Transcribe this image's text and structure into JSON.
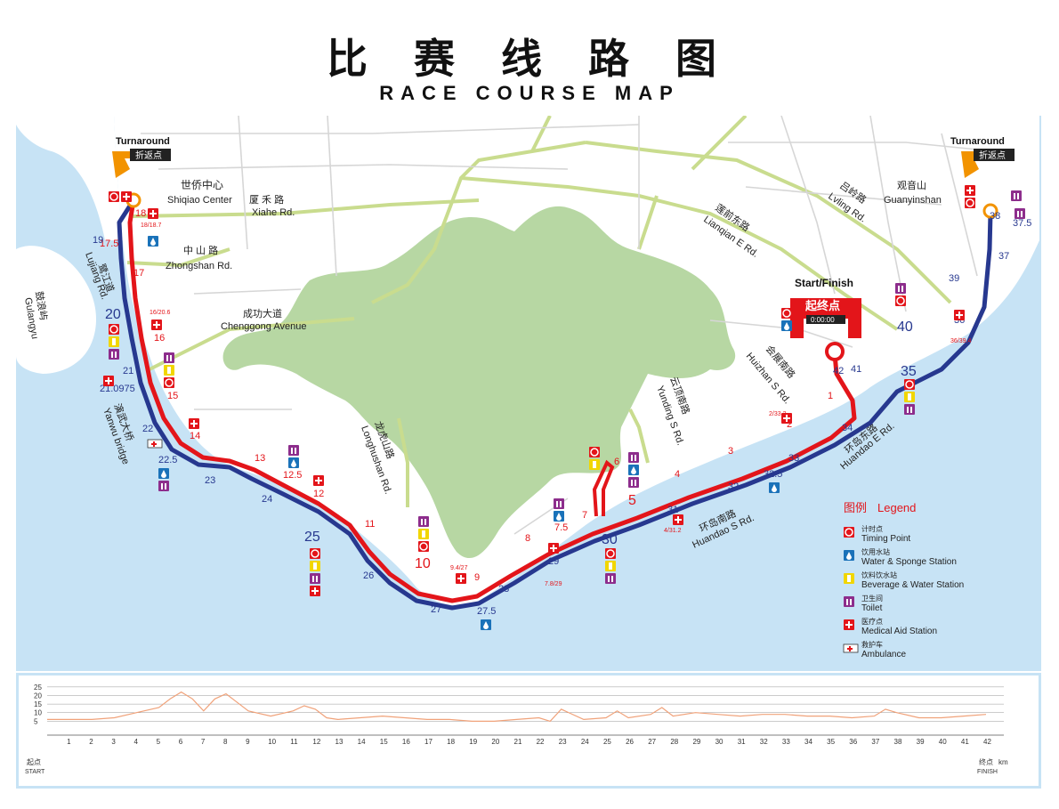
{
  "header": {
    "title_cn": "比 赛 线 路 图",
    "title_en": "RACE COURSE MAP"
  },
  "colors": {
    "sea": "#c7e3f5",
    "land": "#ffffff",
    "park": "#b7d7a3",
    "road_green": "#c9dc8e",
    "road_gray": "#d6d6d6",
    "route_red": "#e3151a",
    "route_blue": "#27388f",
    "timing": "#e3151a",
    "water": "#1a72b9",
    "beverage": "#f1d600",
    "toilet": "#8d2d8c",
    "medical": "#e3151a"
  },
  "map": {
    "turnaround_left": {
      "en": "Turnaround",
      "cn": "折返点"
    },
    "turnaround_right": {
      "en": "Turnaround",
      "cn": "折返点"
    },
    "start_finish": {
      "en": "Start/Finish",
      "cn": "起终点",
      "clock": "0:00:00"
    },
    "places": {
      "shiqiao_cn": "世侨中心",
      "shiqiao_en": "Shiqiao Center",
      "xiahe_cn": "厦 禾 路",
      "xiahe_en": "Xiahe Rd.",
      "zhongshan_cn": "中 山 路",
      "zhongshan_en": "Zhongshan Rd.",
      "chenggong_cn": "成功大道",
      "chenggong_en": "Chenggong Avenue",
      "lujiang_cn": "鹭江道",
      "lujiang_en": "Lujiang Rd.",
      "gulangyu_cn": "鼓浪屿",
      "gulangyu_en": "Gulangyu",
      "yanwu_cn": "演武大桥",
      "yanwu_en": "Yanwu bridge",
      "longhushan_cn": "龙虎山路",
      "longhushan_en": "Longhushan Rd.",
      "yunding_cn": "云顶南路",
      "yunding_en": "Yunding S Rd.",
      "huizhan_cn": "会展南路",
      "huizhan_en": "Huizhan S Rd.",
      "huandao_e_cn": "环岛东路",
      "huandao_e_en": "Huandao E Rd.",
      "huandao_s_cn": "环岛南路",
      "huandao_s_en": "Huandao S Rd.",
      "lianqian_cn": "莲前东路",
      "lianqian_en": "Lianqian E Rd.",
      "lvling_cn": "吕岭路",
      "lvling_en": "Lvling Rd.",
      "guanyinshan_cn": "观音山",
      "guanyinshan_en": "Guanyinshan"
    },
    "km_red": [
      "1",
      "2",
      "3",
      "4",
      "5",
      "6",
      "7",
      "7.5",
      "8",
      "9",
      "10",
      "11",
      "12",
      "12.5",
      "13",
      "14",
      "15",
      "16",
      "17",
      "17.5",
      "18"
    ],
    "km_blue": [
      "19",
      "20",
      "21",
      "21.0975",
      "22",
      "22.5",
      "23",
      "24",
      "25",
      "26",
      "27",
      "27.5",
      "28",
      "29",
      "30",
      "31",
      "32",
      "32.5",
      "33",
      "34",
      "35",
      "36",
      "37",
      "37.5",
      "38",
      "39",
      "40",
      "41",
      "42"
    ],
    "small_labels": [
      "18/18.7",
      "16/20.6",
      "2/33.2",
      "4/31.2",
      "7.8/29",
      "9.4/27",
      "36/39.4"
    ]
  },
  "legend": {
    "title_cn": "图例",
    "title_en": "Legend",
    "items": [
      {
        "icon": "timing-icon",
        "cn": "计时点",
        "en": "Timing Point"
      },
      {
        "icon": "water-icon",
        "cn": "饮用水站",
        "en": "Water & Sponge Station"
      },
      {
        "icon": "beverage-icon",
        "cn": "饮料饮水站",
        "en": "Beverage & Water Station"
      },
      {
        "icon": "toilet-icon",
        "cn": "卫生间",
        "en": "Toilet"
      },
      {
        "icon": "medical-icon",
        "cn": "医疗点",
        "en": "Medical Aid Station"
      },
      {
        "icon": "ambulance-icon",
        "cn": "救护车",
        "en": "Ambulance"
      }
    ]
  },
  "elevation": {
    "y_ticks": [
      "25",
      "20",
      "15",
      "10",
      "5"
    ],
    "x_ticks": [
      "1",
      "2",
      "3",
      "4",
      "5",
      "6",
      "7",
      "8",
      "9",
      "10",
      "11",
      "12",
      "13",
      "14",
      "15",
      "16",
      "17",
      "18",
      "19",
      "20",
      "21",
      "22",
      "23",
      "24",
      "25",
      "26",
      "27",
      "28",
      "29",
      "30",
      "31",
      "32",
      "33",
      "34",
      "35",
      "36",
      "37",
      "38",
      "39",
      "40",
      "41",
      "42"
    ],
    "start_cn": "起点",
    "start_en": "START",
    "finish_cn": "终点",
    "finish_en": "FINISH",
    "unit": "km",
    "profile_km": [
      0,
      1,
      2,
      3,
      4,
      5,
      5.5,
      6,
      6.5,
      7,
      7.5,
      8,
      8.5,
      9,
      10,
      11,
      11.5,
      12,
      12.5,
      13,
      14,
      15,
      16,
      17,
      18,
      19,
      20,
      21,
      22,
      22.5,
      23,
      24,
      25,
      25.5,
      26,
      27,
      27.5,
      28,
      29,
      30,
      31,
      32,
      33,
      34,
      35,
      36,
      37,
      37.5,
      38,
      39,
      40,
      41,
      42
    ],
    "profile_m": [
      6,
      6,
      6,
      7,
      10,
      13,
      18,
      22,
      18,
      11,
      18,
      21,
      16,
      11,
      8,
      11,
      14,
      12,
      7,
      6,
      7,
      8,
      7,
      6,
      6,
      5,
      5,
      6,
      7,
      5,
      12,
      6,
      7,
      11,
      7,
      9,
      13,
      8,
      10,
      9,
      8,
      9,
      9,
      8,
      8,
      7,
      8,
      12,
      10,
      7,
      7,
      8,
      9
    ]
  }
}
